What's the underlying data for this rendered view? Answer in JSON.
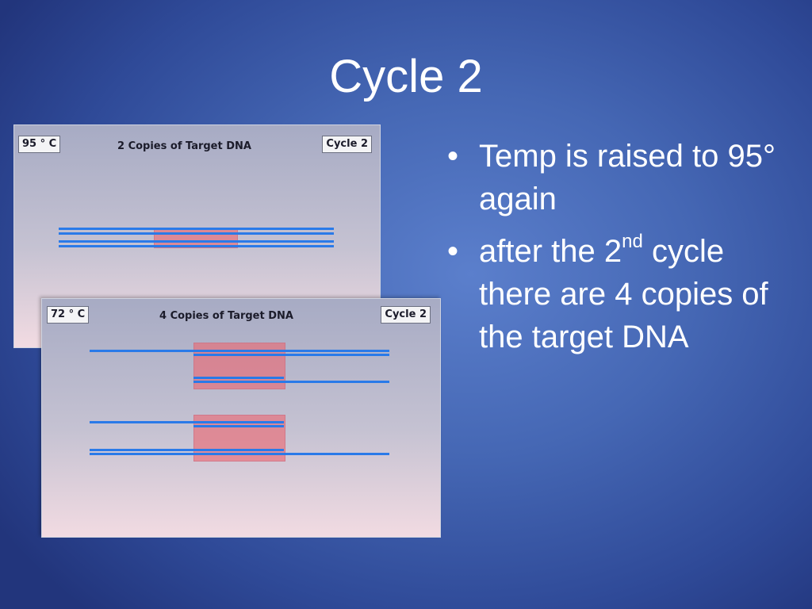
{
  "slide": {
    "title": "Cycle 2"
  },
  "panel_top": {
    "temp_label": "95 ° C",
    "title": "2 Copies of Target DNA",
    "cycle_label": "Cycle 2"
  },
  "panel_bottom": {
    "temp_label": "72 ° C",
    "title": "4 Copies of Target DNA",
    "cycle_label": "Cycle 2"
  },
  "bullets": [
    {
      "text": "Temp is raised to 95° again"
    },
    {
      "before": "after the 2",
      "sup": "nd",
      "after": " cycle there are 4 copies of the target DNA"
    }
  ],
  "colors": {
    "strand": "#2a7ae8",
    "target_region": "#ec646e",
    "background": "#4567b4"
  }
}
